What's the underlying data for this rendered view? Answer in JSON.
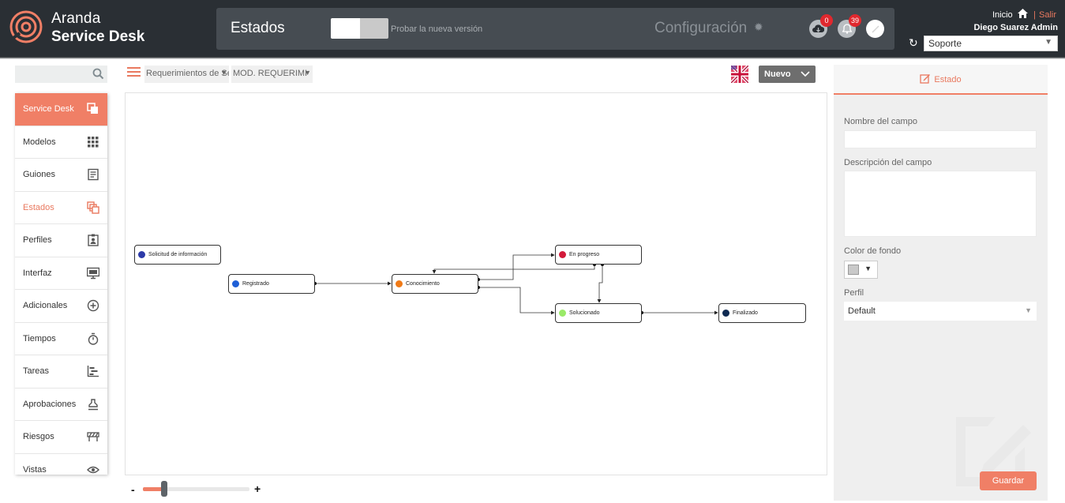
{
  "brand": {
    "line1": "Aranda",
    "line2": "Service Desk"
  },
  "module": {
    "title": "Estados",
    "toggle_label": "Probar la nueva versión",
    "config_label": "Configuración",
    "downloads_badge": "0",
    "notifications_badge": "39"
  },
  "user": {
    "inicio": "Inicio",
    "separator": "|",
    "salir": "Salir",
    "name": "Diego Suarez Admin",
    "profile": "Soporte"
  },
  "sidebar": {
    "items": [
      {
        "label": "Service Desk",
        "icon": "copy-icon"
      },
      {
        "label": "Modelos",
        "icon": "grid-icon"
      },
      {
        "label": "Guiones",
        "icon": "document-icon"
      },
      {
        "label": "Estados",
        "icon": "layers-icon"
      },
      {
        "label": "Perfiles",
        "icon": "id-badge-icon"
      },
      {
        "label": "Interfaz",
        "icon": "monitor-icon"
      },
      {
        "label": "Adicionales",
        "icon": "plus-circle-icon"
      },
      {
        "label": "Tiempos",
        "icon": "stopwatch-icon"
      },
      {
        "label": "Tareas",
        "icon": "gantt-icon"
      },
      {
        "label": "Aprobaciones",
        "icon": "stamp-icon"
      },
      {
        "label": "Riesgos",
        "icon": "barrier-icon"
      },
      {
        "label": "Vistas",
        "icon": "eye-icon"
      }
    ]
  },
  "toolbar": {
    "category": "Requerimientos de Se",
    "model": "MOD. REQUERIMI",
    "new_label": "Nuevo"
  },
  "workflow": {
    "nodes": [
      {
        "id": "solicitud",
        "label": "Solicitud de información",
        "color": "#2c3aa8"
      },
      {
        "id": "registrado",
        "label": "Registrado",
        "color": "#1f5fd6"
      },
      {
        "id": "conocimiento",
        "label": "Conocimiento",
        "color": "#f07a17"
      },
      {
        "id": "en_progreso",
        "label": "En progreso",
        "color": "#d21a3a"
      },
      {
        "id": "solucionado",
        "label": "Solucionado",
        "color": "#9aea68"
      },
      {
        "id": "finalizado",
        "label": "Finalizado",
        "color": "#0f2a52"
      }
    ]
  },
  "zoom": {
    "minus": "-",
    "plus": "+",
    "level": 0.2
  },
  "panel": {
    "tab_label": "Estado",
    "field_name_label": "Nombre del campo",
    "field_name_value": "",
    "field_desc_label": "Descripción del campo",
    "field_desc_value": "",
    "color_label": "Color de fondo",
    "color_value": "#c9c9c9",
    "perfil_label": "Perfil",
    "perfil_value": "Default",
    "save_label": "Guardar"
  },
  "colors": {
    "accent": "#f07f66",
    "topbar": "#2a2f34"
  }
}
